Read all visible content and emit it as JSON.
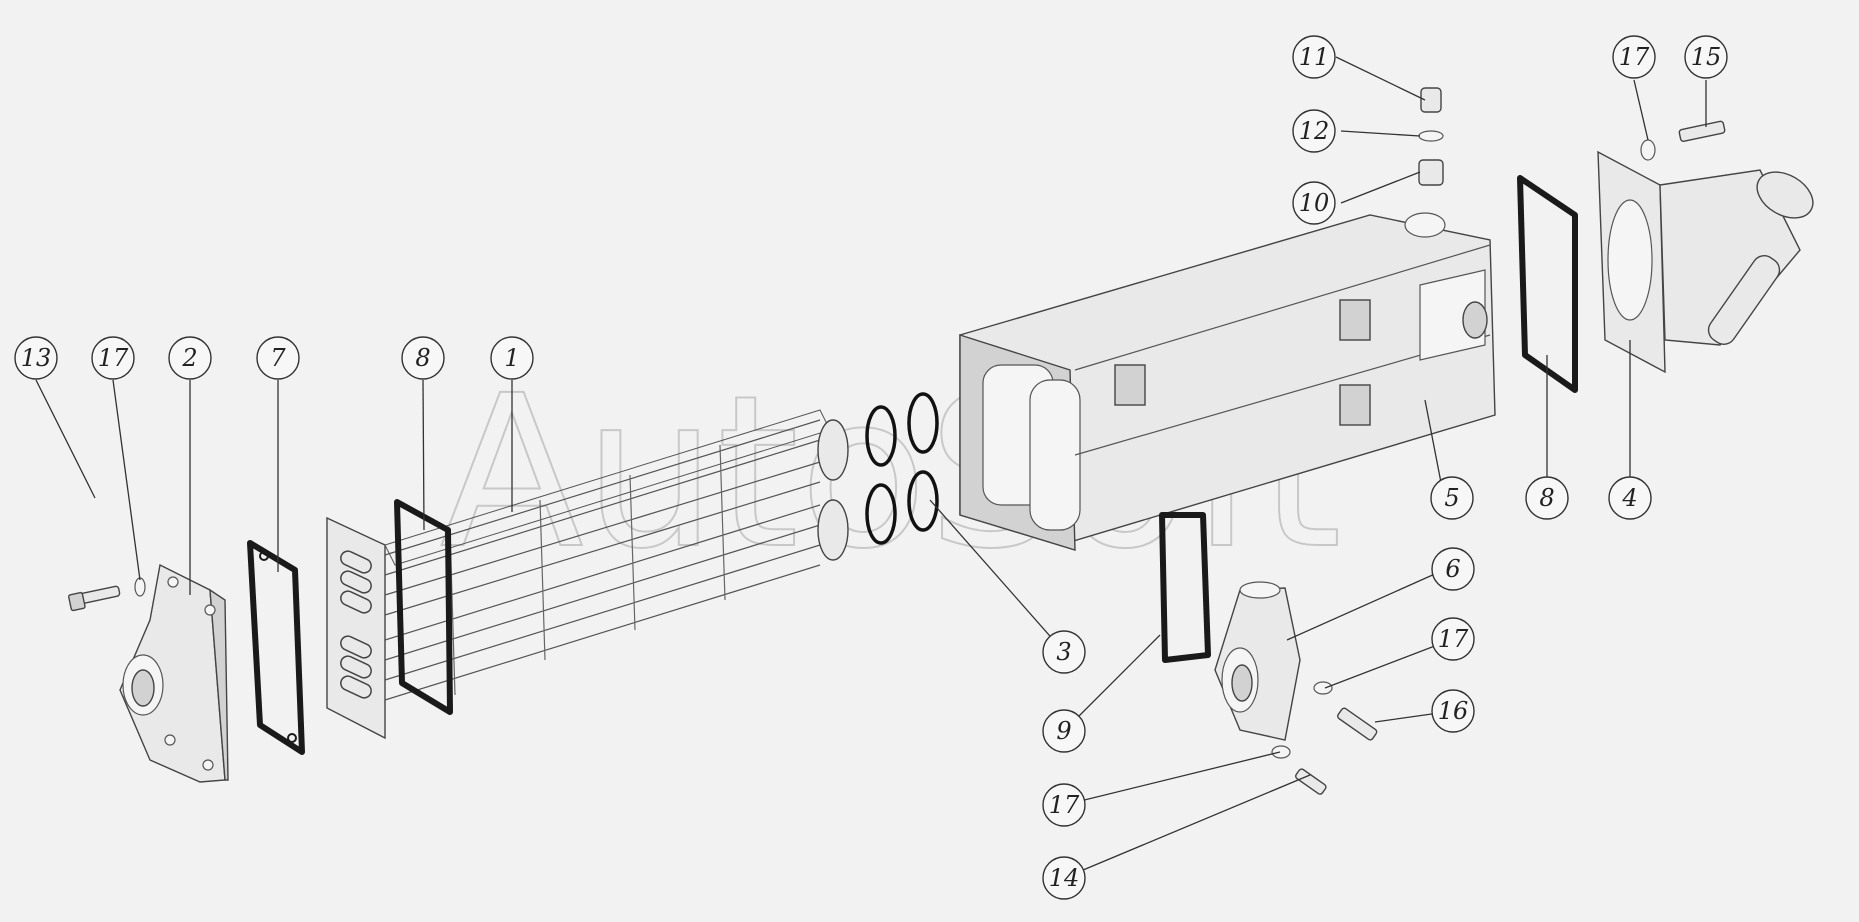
{
  "watermark": "AutoSoft",
  "callouts": [
    {
      "id": "c13",
      "label": "13"
    },
    {
      "id": "c17a",
      "label": "17"
    },
    {
      "id": "c2",
      "label": "2"
    },
    {
      "id": "c7",
      "label": "7"
    },
    {
      "id": "c8a",
      "label": "8"
    },
    {
      "id": "c1",
      "label": "1"
    },
    {
      "id": "c3",
      "label": "3"
    },
    {
      "id": "c9",
      "label": "9"
    },
    {
      "id": "c6",
      "label": "6"
    },
    {
      "id": "c17b",
      "label": "17"
    },
    {
      "id": "c16",
      "label": "16"
    },
    {
      "id": "c17c",
      "label": "17"
    },
    {
      "id": "c14",
      "label": "14"
    },
    {
      "id": "c5",
      "label": "5"
    },
    {
      "id": "c8b",
      "label": "8"
    },
    {
      "id": "c4",
      "label": "4"
    },
    {
      "id": "c11",
      "label": "11"
    },
    {
      "id": "c12",
      "label": "12"
    },
    {
      "id": "c10",
      "label": "10"
    },
    {
      "id": "c17d",
      "label": "17"
    },
    {
      "id": "c15",
      "label": "15"
    }
  ]
}
